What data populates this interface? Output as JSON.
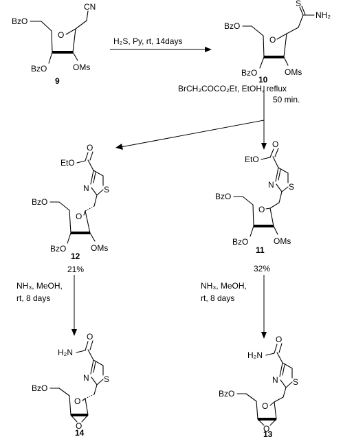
{
  "compounds": {
    "c9": {
      "id": "9",
      "bz1": "BzO",
      "bz2": "BzO",
      "ms": "OMs",
      "o": "O",
      "cn": "CN"
    },
    "c10": {
      "id": "10",
      "bz1": "BzO",
      "bz2": "BzO",
      "ms": "OMs",
      "o": "O",
      "s": "S",
      "nh2": "NH₂"
    },
    "c12": {
      "id": "12",
      "bz1": "BzO",
      "bz2": "BzO",
      "ms": "OMs",
      "o": "O",
      "eto": "EtO",
      "co": "O",
      "n": "N",
      "s": "S",
      "yield": "21%"
    },
    "c11": {
      "id": "11",
      "bz1": "BzO",
      "bz2": "BzO",
      "ms": "OMs",
      "o": "O",
      "eto": "EtO",
      "co": "O",
      "n": "N",
      "s": "S",
      "yield": "32%"
    },
    "c14": {
      "id": "14",
      "bz1": "BzO",
      "o": "O",
      "ep": "O",
      "h2n": "H₂N",
      "co": "O",
      "n": "N",
      "s": "S"
    },
    "c13": {
      "id": "13",
      "bz1": "BzO",
      "o": "O",
      "ep": "O",
      "h2n": "H₂N",
      "co": "O",
      "n": "N",
      "s": "S"
    }
  },
  "conditions": {
    "step1": "H₂S, Py, rt, 14days",
    "step2_a": "BrCH₂COCO₂Et, EtOH, reflux",
    "step2_b": "50 min.",
    "step3_left_a": "NH₃, MeOH,",
    "step3_left_b": "rt, 8 days",
    "step3_right_a": "NH₃, MeOH,",
    "step3_right_b": "rt, 8 days"
  }
}
